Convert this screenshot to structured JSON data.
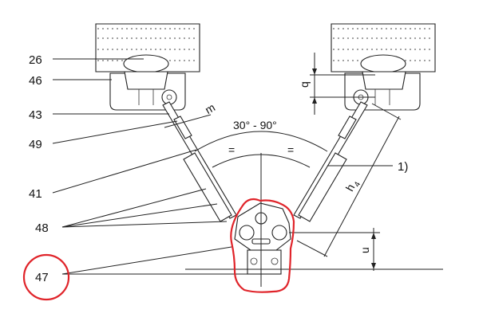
{
  "labels": {
    "p26": "26",
    "p46": "46",
    "p43": "43",
    "p49": "49",
    "p41": "41",
    "p48": "48",
    "p47": "47",
    "note1": "1)"
  },
  "dimensions": {
    "angle": "30° - 90°",
    "m": "m",
    "q": "q",
    "h4": "h",
    "h4_sub": "4",
    "u": "u",
    "equal_left": "=",
    "equal_right": "="
  },
  "colors": {
    "highlight": "#e0242a",
    "line": "#222222"
  }
}
